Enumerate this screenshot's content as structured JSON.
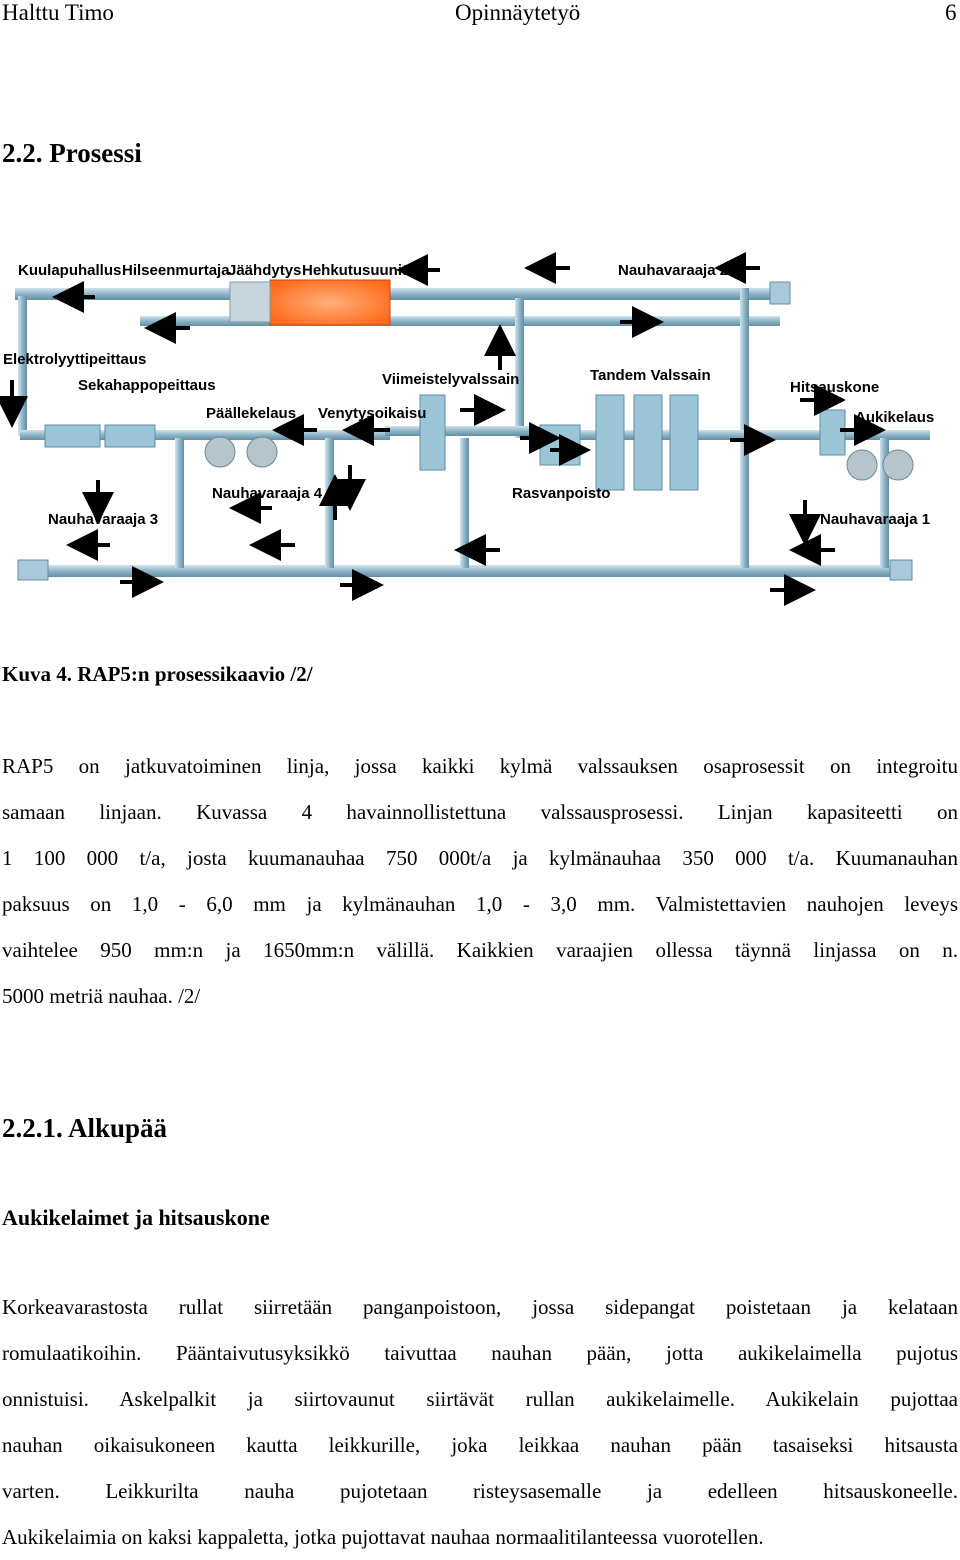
{
  "header": {
    "author": "Halttu Timo",
    "doc_type": "Opinnäytetyö",
    "page_number": "6"
  },
  "section_title": "2.2. Prosessi",
  "diagram": {
    "labels": {
      "kuulapuhallus": "Kuulapuhallus",
      "hilseenmurtaja": "Hilseenmurtaja",
      "jaahdytys": "Jäähdytys",
      "hehkutusuunit": "Hehkutusuunit",
      "nauhavaraaja2": "Nauhavaraaja 2",
      "elektrolyyttipeittaus": "Elektrolyyttipeittaus",
      "sekahappopeittaus": "Sekahappopeittaus",
      "paallekelaus": "Päällekelaus",
      "venytysoikaisu": "Venytysoikaisu",
      "viimeistelyvalssain": "Viimeistelyvalssain",
      "tandem_valssain": "Tandem Valssain",
      "hitsauskone": "Hitsauskone",
      "aukikelaus": "Aukikelaus",
      "nauhavaraaja4": "Nauhavaraaja 4",
      "rasvanpoisto": "Rasvanpoisto",
      "nauhavaraaja3": "Nauhavaraaja 3",
      "nauhavaraaja1": "Nauhavaraaja 1"
    },
    "colors": {
      "pipe": "#8fb4c6",
      "pipe_dark": "#5f8ea4",
      "furnace": "#ff6a1a",
      "furnace_light": "#ffb07a",
      "arrow": "#000000"
    }
  },
  "caption": "Kuva 4. RAP5:n prosessikaavio /2/",
  "paragraph1": [
    "RAP5 on jatkuvatoiminen linja, jossa kaikki kylmä valssauksen osaprosessit on integroitu",
    "samaan linjaan. Kuvassa 4 havainnollistettuna valssausprosessi. Linjan kapasiteetti on",
    "1 100 000 t/a, josta kuumanauhaa 750 000t/a ja kylmänauhaa 350 000 t/a. Kuumanauhan",
    "paksuus on 1,0 - 6,0 mm ja kylmänauhan 1,0 - 3,0 mm. Valmistettavien nauhojen leveys",
    "vaihtelee 950 mm:n ja 1650mm:n välillä. Kaikkien varaajien ollessa täynnä linjassa on n.",
    "5000 metriä nauhaa. /2/"
  ],
  "subsection_title": "2.2.1. Alkupää",
  "subheading": "Aukikelaimet ja hitsauskone",
  "paragraph2": [
    "Korkeavarastosta rullat siirretään panganpoistoon, jossa sidepangat poistetaan ja kelataan",
    "romulaatikoihin. Pääntaivutusyksikkö taivuttaa nauhan pään, jotta aukikelaimella pujotus",
    "onnistuisi. Askelpalkit ja siirtovaunut siirtävät rullan aukikelaimelle. Aukikelain pujottaa",
    "nauhan oikaisukoneen kautta leikkurille, joka leikkaa nauhan pään tasaiseksi hitsausta",
    "varten. Leikkurilta nauha pujotetaan risteysasemalle ja edelleen hitsauskoneelle.",
    "Aukikelaimia on kaksi kappaletta, jotka pujottavat nauhaa normaalitilanteessa vuorotellen."
  ]
}
